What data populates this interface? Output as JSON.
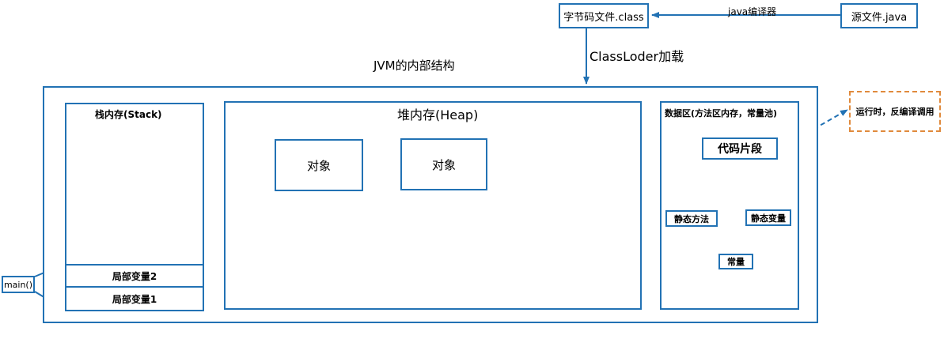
{
  "bytecode_file": "字节码文件.class",
  "compiler_label": "java编译器",
  "source_file": "源文件.java",
  "classloader_label": "ClassLoder加载",
  "jvm_title": "JVM的内部结构",
  "stack": {
    "title": "栈内存(Stack)",
    "var2": "局部变量2",
    "var1": "局部变量1"
  },
  "main_label": "main()",
  "heap": {
    "title": "堆内存(Heap)",
    "object1": "对象",
    "object2": "对象"
  },
  "data_area": {
    "title": "数据区(方法区内存，常量池)",
    "code_segment": "代码片段",
    "static_method": "静态方法",
    "static_var": "静态变量",
    "constant": "常量"
  },
  "runtime_label": "运行时，反编译调用",
  "colors": {
    "primary": "#2272b4",
    "runtime_border": "#e08a3c"
  }
}
